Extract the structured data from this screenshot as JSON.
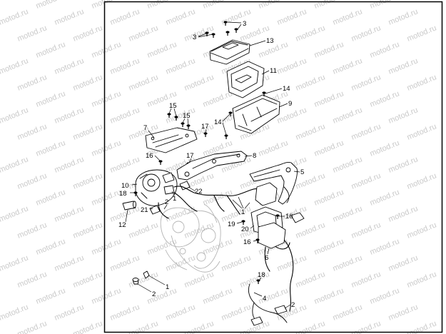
{
  "watermark": "motod.ru",
  "callouts": [
    "3",
    "3",
    "13",
    "11",
    "14",
    "9",
    "15",
    "15",
    "14",
    "17",
    "7",
    "16",
    "17",
    "8",
    "5",
    "10",
    "22",
    "18",
    "1",
    "2",
    "21",
    "1",
    "16",
    "12",
    "19",
    "20",
    "16",
    "6",
    "18",
    "1",
    "2",
    "4",
    "2"
  ],
  "colors": {
    "line": "#000000",
    "watermark": "#cacaca",
    "ghost": "#b4b4b4",
    "background": "#ffffff"
  }
}
